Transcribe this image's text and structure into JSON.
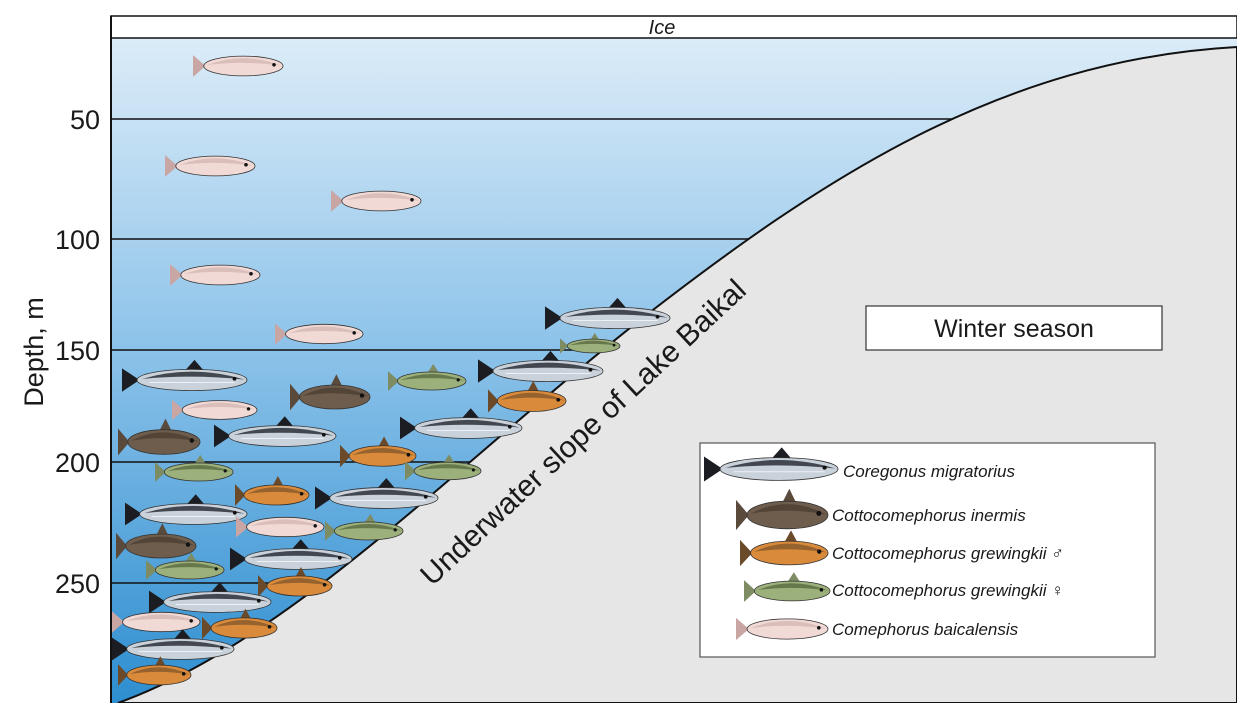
{
  "figure": {
    "ice_label": "Ice",
    "y_axis_label": "Depth, m",
    "depth_ticks": [
      "50",
      "100",
      "150",
      "200",
      "250"
    ],
    "slope_label": "Underwater slope of Lake Baikal",
    "season_label": "Winter season"
  },
  "legend": {
    "items": [
      {
        "label": "Coregonus migratorius",
        "icon": "coregonus-fish-icon",
        "color": "#2b2f36"
      },
      {
        "label": "Cottocomephorus inermis",
        "icon": "cottocomephorus-inermis-fish-icon",
        "color": "#6e5d4c"
      },
      {
        "label": "Cottocomephorus grewingkii ♂",
        "icon": "grewingkii-male-fish-icon",
        "color": "#d98a3a"
      },
      {
        "label": "Cottocomephorus grewingkii ♀",
        "icon": "grewingkii-female-fish-icon",
        "color": "#9bb07a"
      },
      {
        "label": "Comephorus baicalensis",
        "icon": "comephorus-fish-icon",
        "color": "#f1d9d6"
      }
    ]
  },
  "colors": {
    "water_top": "#dcecf8",
    "water_bottom": "#2e8ed0",
    "slope_fill": "#e6e6e6"
  }
}
